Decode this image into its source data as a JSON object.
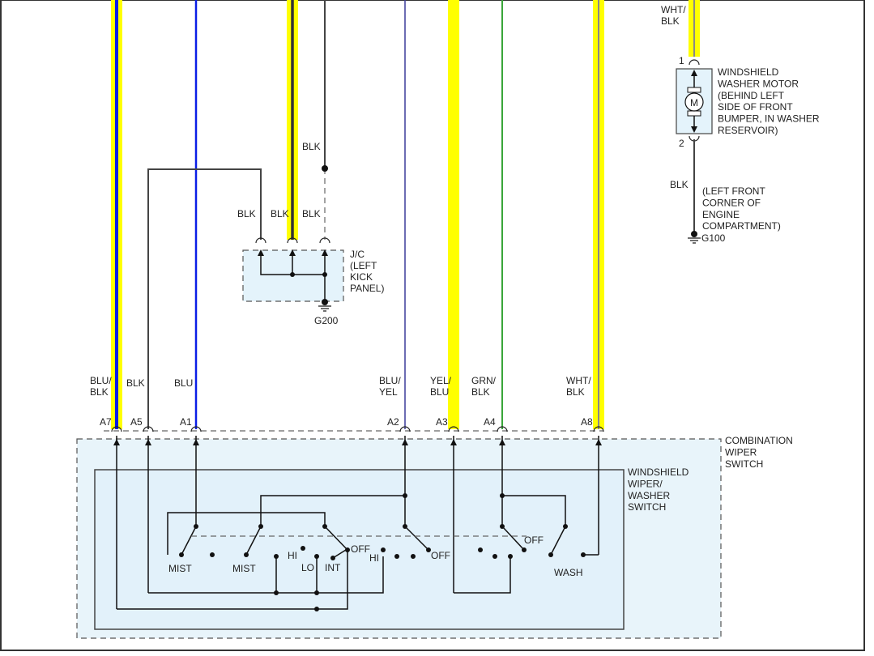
{
  "colors": {
    "yellow": "#ffff00",
    "blue": "#0a1ee6",
    "gray": "#555555",
    "navy": "#3c3c9a",
    "green": "#3aa63a",
    "box_fill": "#e4f3fb",
    "frame_fill": "#e8f4fa"
  },
  "top_wires": {
    "blk_label": "BLK",
    "wht_blk_label": "WHT/\nBLK"
  },
  "jc": {
    "pin_labels": [
      "BLK",
      "BLK",
      "BLK"
    ],
    "label": "J/C\n(LEFT\nKICK\nPANEL)",
    "ground": "G200"
  },
  "washer_motor": {
    "pin1": "1",
    "pin2": "2",
    "symbol": "M",
    "label": "WINDSHIELD\nWASHER MOTOR\n(BEHIND LEFT\nSIDE OF FRONT\nBUMPER, IN WASHER\nRESERVOIR)",
    "ground_wire": "BLK",
    "ground_location": "(LEFT FRONT\nCORNER OF\nENGINE\nCOMPARTMENT)",
    "ground": "G100"
  },
  "connector_pins": [
    {
      "pin": "A7",
      "wire": "BLU/\nBLK"
    },
    {
      "pin": "A5",
      "wire": "BLK"
    },
    {
      "pin": "A1",
      "wire": "BLU"
    },
    {
      "pin": "A2",
      "wire": "BLU/\nYEL"
    },
    {
      "pin": "A3",
      "wire": "YEL/\nBLU"
    },
    {
      "pin": "A4",
      "wire": "GRN/\nBLK"
    },
    {
      "pin": "A8",
      "wire": "WHT/\nBLK"
    }
  ],
  "combination_switch": {
    "label": "COMBINATION\nWIPER\nSWITCH",
    "inner_label": "WINDSHIELD\nWIPER/\nWASHER\nSWITCH",
    "positions": {
      "mist_1": "MIST",
      "mist_2": "MIST",
      "hi_1": "HI",
      "lo": "LO",
      "int": "INT",
      "off_1": "OFF",
      "hi_2": "HI",
      "off_2": "OFF",
      "off_3": "OFF",
      "wash": "WASH"
    }
  }
}
